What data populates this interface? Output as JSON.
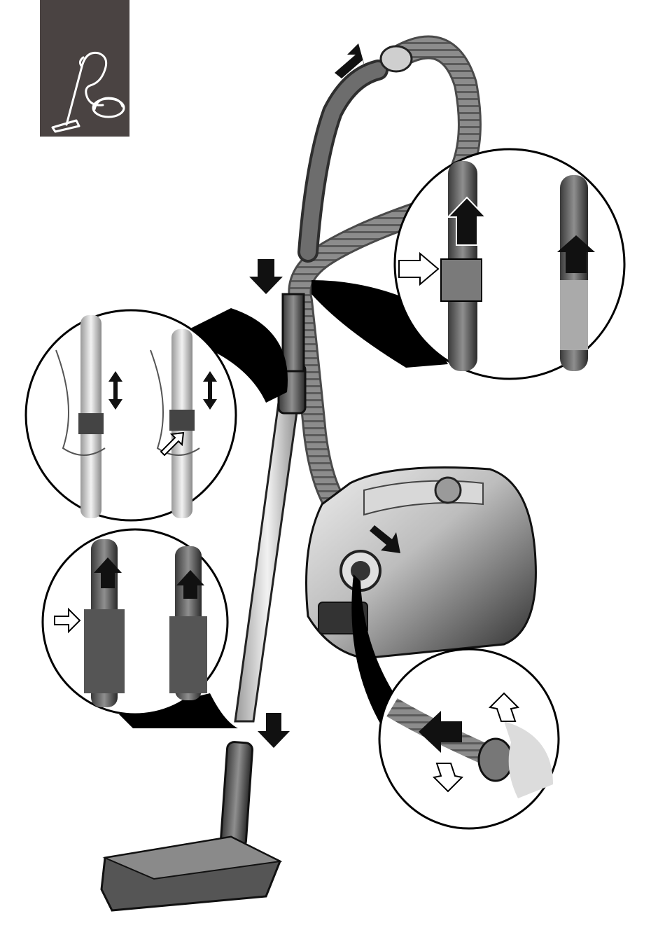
{
  "section_tab": {
    "icon": "vacuum-cleaner-icon",
    "background": "#4a4342",
    "line_color": "#ffffff"
  },
  "diagram": {
    "subject": "canister-vacuum-cleaner",
    "colors": {
      "body_dark": "#2b2b2b",
      "body_mid": "#7a7a7a",
      "body_light": "#c9c9c9",
      "hose": "#8c8c8c",
      "arrow_solid": "#111111",
      "arrow_outline": "#ffffff",
      "callout_fill": "#000000"
    },
    "callouts": [
      {
        "name": "hose-handle-detach-detail"
      },
      {
        "name": "telescopic-tube-adjust-detail"
      },
      {
        "name": "tube-release-detail"
      },
      {
        "name": "hose-connector-detail"
      }
    ]
  }
}
